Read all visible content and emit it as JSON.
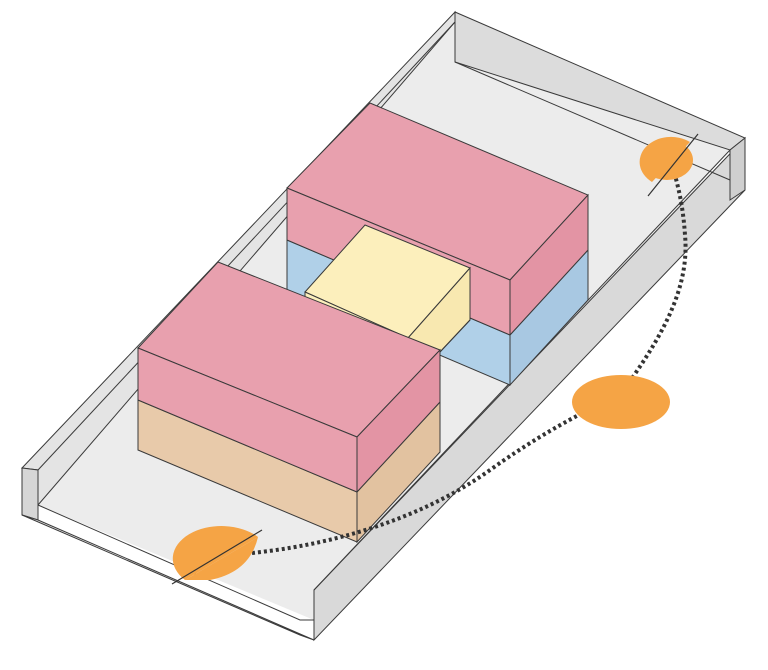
{
  "colors": {
    "background": "#ffffff",
    "site_floor": "#ececec",
    "site_wall_face": "#dedede",
    "site_wall_top": "#ffffff",
    "outline": "#3a3a3a",
    "block_top": "#e8a0ae",
    "block_side": "#e8a0ae",
    "base_tan": "#e8caaa",
    "base_blue": "#b0d0e8",
    "core_yellow": "#fcefbc",
    "core_yellow_side": "#f8e8b0",
    "sun": "#f5a445",
    "sun_path": "#333333"
  },
  "elements": {
    "site": "site-tray",
    "block_front": "front-massing-block",
    "block_back": "back-massing-block",
    "core": "central-core-volume",
    "sun_positions": [
      "sun-sunrise",
      "sun-noon",
      "sun-sunset"
    ]
  }
}
